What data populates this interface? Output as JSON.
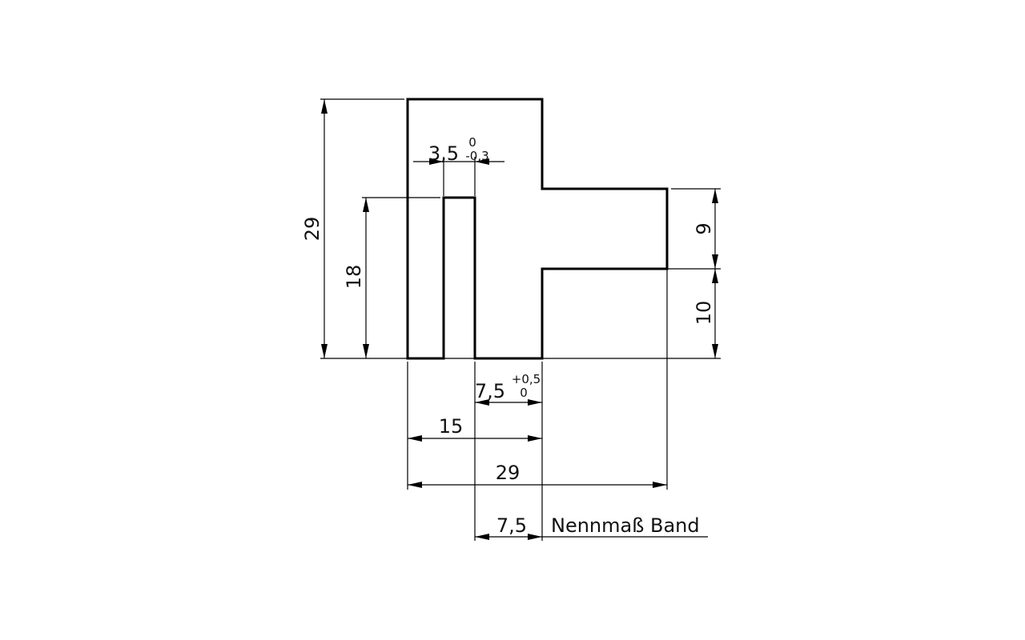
{
  "dimensions": {
    "total_height": "29",
    "slot_height": "18",
    "slot_width": "3,5",
    "slot_width_tol_upper": "0",
    "slot_width_tol_lower": "-0,3",
    "arm_height_upper": "9",
    "arm_height_lower": "10",
    "gap_width": "7,5",
    "gap_width_tol_upper": "+0,5",
    "gap_width_tol_lower": "0",
    "stem_width": "15",
    "total_width": "29",
    "nominal_width": "7,5",
    "nominal_label": "Nennmaß Band"
  },
  "colors": {
    "line": "#000000",
    "text": "#111111",
    "background": "#ffffff"
  }
}
